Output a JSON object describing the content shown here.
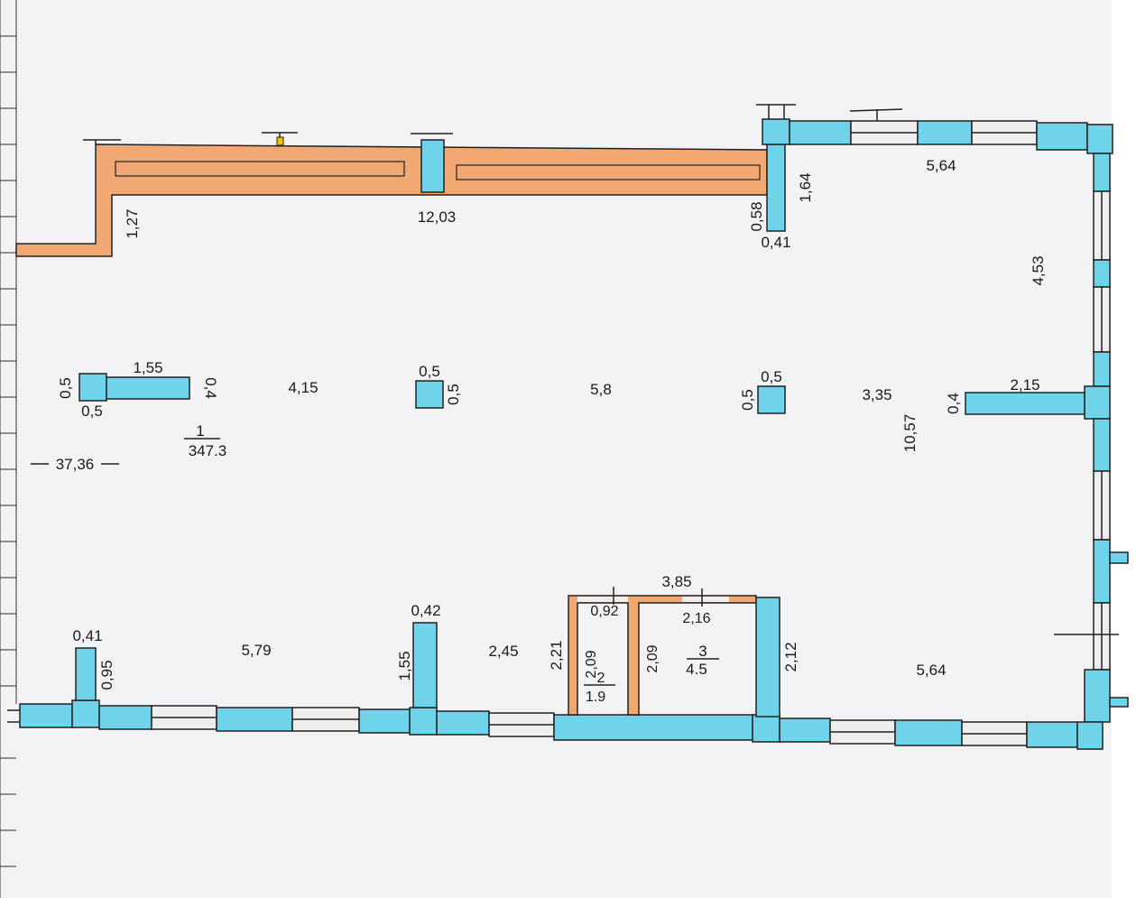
{
  "colors": {
    "paper": "#f3f3f6",
    "exterior_wall": "#6fd3ea",
    "interior_wall": "#f2a873",
    "outline": "#222222",
    "window_fill": "#eeeeee",
    "grid_line": "#333333"
  },
  "rooms": {
    "room_1": {
      "number": "1",
      "area": "347.3"
    },
    "room_2": {
      "number": "2",
      "area": "1.9"
    },
    "room_3": {
      "number": "3",
      "area": "4.5"
    }
  },
  "overall_length": "37,36",
  "dimensions": {
    "top_wall_length": "12,03",
    "left_stub_height": "1,27",
    "top_column_height": "1,64",
    "top_column_depth": "0,58",
    "top_column_width": "0,41",
    "top_right_span": "5,64",
    "right_upper_height": "4,53",
    "right_lower_height": "10,57",
    "right_partition_thickness": "0,4",
    "right_partition_length": "2,15",
    "left_pier_width": "1,55",
    "left_pier_thickness": "0,4",
    "left_column_side": "0,5",
    "left_column_bottom": "0,5",
    "mid_column_top": "0,5",
    "mid_column_side": "0,5",
    "right_column_top": "0,5",
    "right_column_side": "0,5",
    "span_left": "4,15",
    "span_middle": "5,8",
    "span_right": "3,35",
    "bottom_left_pier_width": "0,41",
    "bottom_left_pier_height": "0,95",
    "bottom_span_left": "5,79",
    "bottom_mid_pier_width": "0,42",
    "bottom_mid_pier_height": "1,55",
    "bottom_span_middle": "2,45",
    "wc_block_width": "3,85",
    "wc_left_height": "2,21",
    "wc_small_width": "0,92",
    "wc_small_height": "2,09",
    "wc_large_width": "2,16",
    "wc_large_height": "2,09",
    "wc_right_height": "2,12",
    "bottom_span_right": "5,64"
  }
}
